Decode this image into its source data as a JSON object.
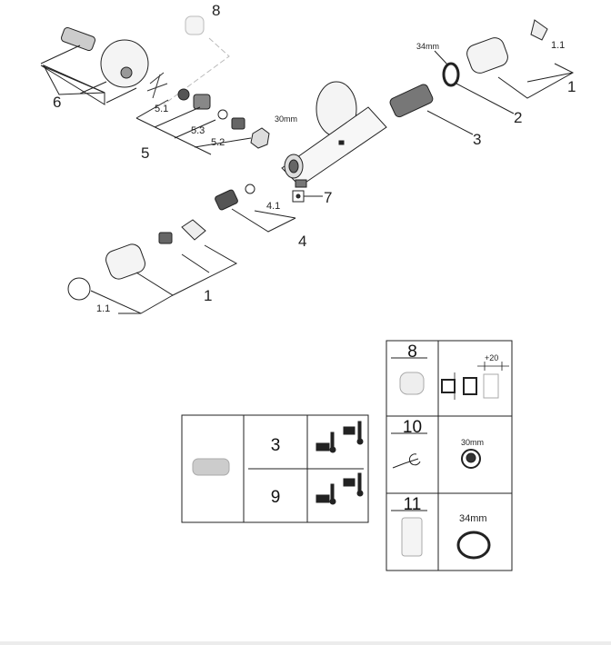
{
  "diagram": {
    "callouts": {
      "part8": "8",
      "part6": "6",
      "part5_1": "5.1",
      "part5_3": "5.3",
      "part5_2": "5.2",
      "part5": "5",
      "nut_size": "30mm",
      "ring_size": "34mm",
      "part1_1_top": "1.1",
      "part1_top": "1",
      "part2": "2",
      "part3": "3",
      "part7": "7",
      "part4_1": "4.1",
      "part4": "4",
      "part1_bottom": "1",
      "part1_1_bottom": "1.1"
    }
  },
  "cartridge_table": {
    "rows": [
      {
        "number": "3"
      },
      {
        "number": "9"
      }
    ]
  },
  "accessory_table": {
    "rows": [
      {
        "number": "8",
        "dimension": "+20"
      },
      {
        "number": "10",
        "size": "30mm"
      },
      {
        "number": "11",
        "size": "34mm"
      }
    ]
  }
}
